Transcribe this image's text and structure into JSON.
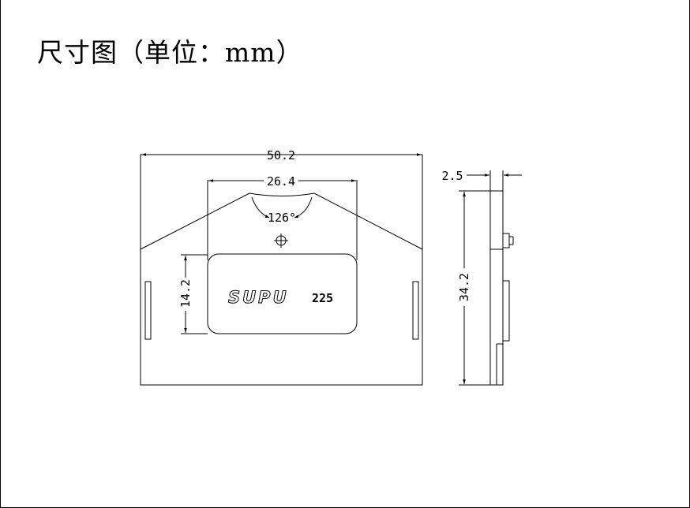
{
  "title": "尺寸图（单位：mm）",
  "dimensions": {
    "overall_width": "50.2",
    "window_width": "26.4",
    "angle": "126°",
    "label_height": "14.2",
    "thickness": "2.5",
    "overall_height": "34.2"
  },
  "label": {
    "brand": "SUPU",
    "model": "225"
  }
}
